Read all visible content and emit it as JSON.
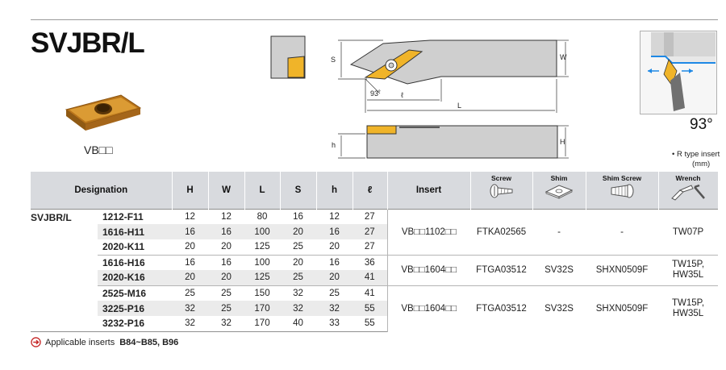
{
  "title": "SVJBR/L",
  "insert_label": "VB□□",
  "angle_label": "93°",
  "note_rtype": "• R type insert",
  "note_unit": "(mm)",
  "drawing": {
    "dim_s": "S",
    "dim_w": "W",
    "dim_l_small": "ℓ",
    "dim_l": "L",
    "dim_h_small": "h",
    "dim_h": "H",
    "angle_93": "93˚"
  },
  "table": {
    "headers": {
      "designation": "Designation",
      "H": "H",
      "W": "W",
      "L": "L",
      "S": "S",
      "h": "h",
      "l": "ℓ",
      "insert": "Insert",
      "screw": "Screw",
      "shim": "Shim",
      "shim_screw": "Shim Screw",
      "wrench": "Wrench"
    },
    "series": "SVJBR/L",
    "rows": [
      {
        "designation": "1212-F11",
        "H": "12",
        "W": "12",
        "L": "80",
        "S": "16",
        "h": "12",
        "l": "27"
      },
      {
        "designation": "1616-H11",
        "H": "16",
        "W": "16",
        "L": "100",
        "S": "20",
        "h": "16",
        "l": "27"
      },
      {
        "designation": "2020-K11",
        "H": "20",
        "W": "20",
        "L": "125",
        "S": "25",
        "h": "20",
        "l": "27"
      },
      {
        "designation": "1616-H16",
        "H": "16",
        "W": "16",
        "L": "100",
        "S": "20",
        "h": "16",
        "l": "36"
      },
      {
        "designation": "2020-K16",
        "H": "20",
        "W": "20",
        "L": "125",
        "S": "25",
        "h": "20",
        "l": "41"
      },
      {
        "designation": "2525-M16",
        "H": "25",
        "W": "25",
        "L": "150",
        "S": "32",
        "h": "25",
        "l": "41"
      },
      {
        "designation": "3225-P16",
        "H": "32",
        "W": "25",
        "L": "170",
        "S": "32",
        "h": "32",
        "l": "55"
      },
      {
        "designation": "3232-P16",
        "H": "32",
        "W": "32",
        "L": "170",
        "S": "40",
        "h": "33",
        "l": "55"
      }
    ],
    "groups": [
      {
        "insert": "VB□□1102□□",
        "screw": "FTKA02565",
        "shim": "-",
        "shim_screw": "-",
        "wrench": "TW07P"
      },
      {
        "insert": "VB□□1604□□",
        "screw": "FTGA03512",
        "shim": "SV32S",
        "shim_screw": "SHXN0509F",
        "wrench": "TW15P,\nHW35L"
      },
      {
        "insert": "VB□□1604□□",
        "screw": "FTGA03512",
        "shim": "SV32S",
        "shim_screw": "SHXN0509F",
        "wrench": "TW15P,\nHW35L"
      }
    ]
  },
  "footer": {
    "label": "Applicable inserts",
    "value": "B84~B85, B96"
  },
  "colors": {
    "header_bg": "#d8dade",
    "row_shade": "#ebebeb",
    "insert_gold": "#f0b429",
    "holder_gray": "#c8c8c8",
    "accent_blue": "#1e88e5"
  },
  "icons": [
    "insert-icon",
    "screw-icon",
    "shim-icon",
    "shim-screw-icon",
    "wrench-icon",
    "arrow-circle-icon"
  ]
}
